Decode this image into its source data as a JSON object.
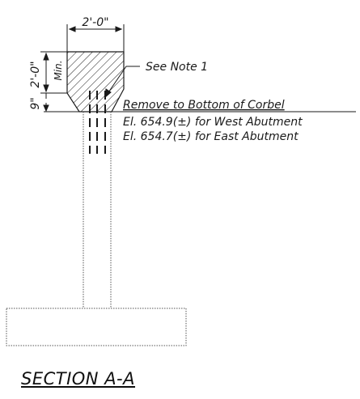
{
  "drawing": {
    "top_width_dim": "2'-0\"",
    "corbel_height_dim": "2'-0\"",
    "corbel_height_qualifier": "Min.",
    "chamfer_dim": "9\"",
    "note_label": "See Note 1",
    "removal_note": "Remove to Bottom of Corbel",
    "west_elevation": "El. 654.9(±) for West Abutment",
    "east_elevation": "El. 654.7(±) for East Abutment",
    "section_title": "SECTION A-A"
  },
  "colors": {
    "line": "#1a1a1a",
    "hidden_line": "#555555",
    "background": "#ffffff"
  }
}
